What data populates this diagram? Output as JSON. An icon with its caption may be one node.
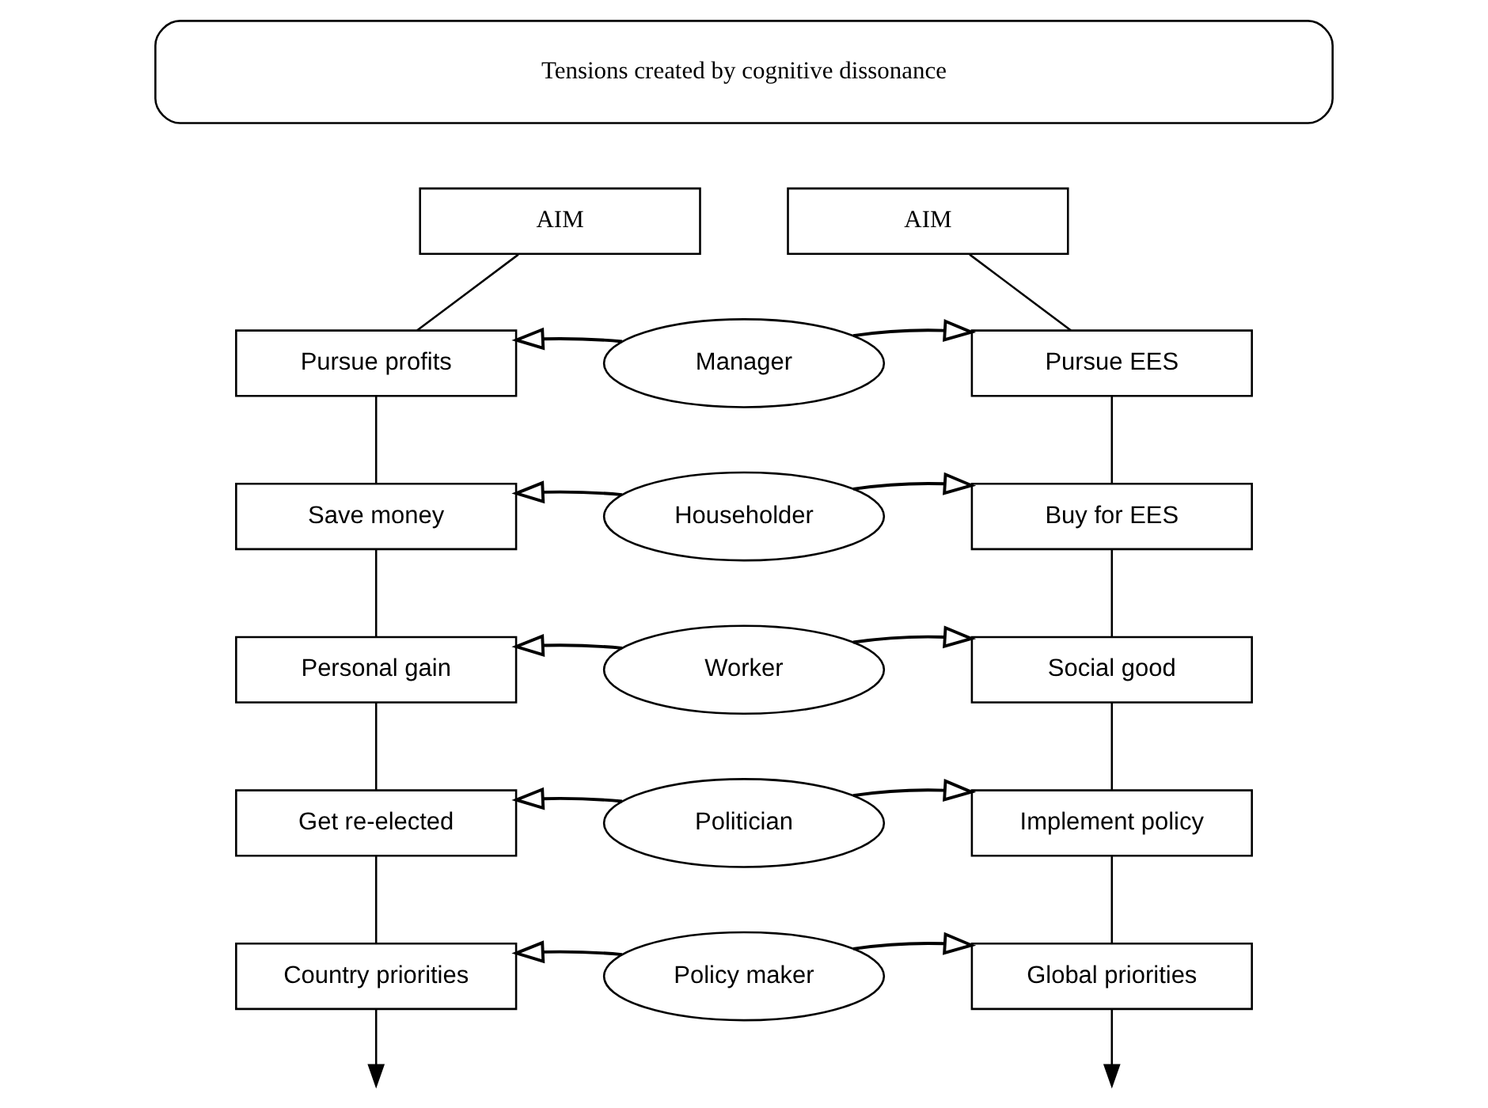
{
  "diagram": {
    "nodes": [
      {
        "text": [
          "Tensions created by cognitive dissonance"
        ]
      },
      {
        "text": [
          "AIM"
        ]
      },
      {
        "text": [
          "AIM"
        ]
      },
      {
        "text": [
          "Pursue profits"
        ]
      },
      {
        "text": [
          "Manager"
        ]
      },
      {
        "text": [
          "Pursue EES"
        ]
      },
      {
        "text": [
          "Save money"
        ]
      },
      {
        "text": [
          "Householder"
        ]
      },
      {
        "text": [
          "Buy for EES"
        ]
      },
      {
        "text": [
          "Personal gain"
        ]
      },
      {
        "text": [
          "Worker"
        ]
      },
      {
        "text": [
          "Social good"
        ]
      },
      {
        "text": [
          "Get re-elected"
        ]
      },
      {
        "text": [
          "Politician"
        ]
      },
      {
        "text": [
          "Implement policy"
        ]
      },
      {
        "text": [
          "Country priorities"
        ]
      },
      {
        "text": [
          "Policy maker"
        ]
      },
      {
        "text": [
          "Global priorities"
        ]
      }
    ],
    "edges": [
      {
        "from": 4,
        "to": 3,
        "arrow": "to"
      },
      {
        "from": 4,
        "to": 5,
        "arrow": "to"
      },
      {
        "from": 7,
        "to": 6,
        "arrow": "to"
      },
      {
        "from": 7,
        "to": 8,
        "arrow": "to"
      },
      {
        "from": 10,
        "to": 9,
        "arrow": "to"
      },
      {
        "from": 10,
        "to": 11,
        "arrow": "to"
      },
      {
        "from": 13,
        "to": 12,
        "arrow": "to"
      },
      {
        "from": 13,
        "to": 14,
        "arrow": "to"
      },
      {
        "from": 16,
        "to": 15,
        "arrow": "to"
      },
      {
        "from": 16,
        "to": 17,
        "arrow": "to"
      },
      {
        "from": 1,
        "to": 3,
        "arrow": "none"
      },
      {
        "from": 3,
        "to": 6,
        "arrow": "none"
      },
      {
        "from": 6,
        "to": 9,
        "arrow": "none"
      },
      {
        "from": 9,
        "to": 12,
        "arrow": "none"
      },
      {
        "from": 12,
        "to": 15,
        "arrow": "none"
      },
      {
        "from": 15,
        "to": null,
        "arrow": "to"
      },
      {
        "from": 2,
        "to": 5,
        "arrow": "none"
      },
      {
        "from": 5,
        "to": 8,
        "arrow": "none"
      },
      {
        "from": 8,
        "to": 11,
        "arrow": "none"
      },
      {
        "from": 11,
        "to": 14,
        "arrow": "none"
      },
      {
        "from": 14,
        "to": 17,
        "arrow": "none"
      },
      {
        "from": 17,
        "to": null,
        "arrow": "to"
      }
    ]
  }
}
